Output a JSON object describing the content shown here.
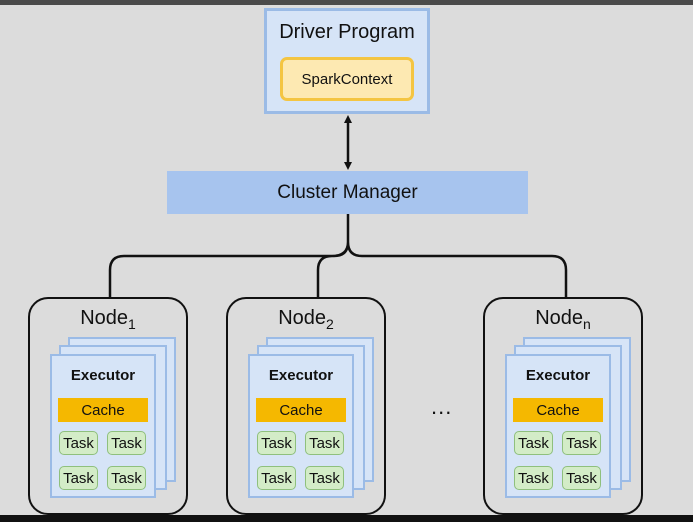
{
  "driver": {
    "title": "Driver Program",
    "spark_context": "SparkContext"
  },
  "cluster_manager": {
    "label": "Cluster Manager"
  },
  "nodes": [
    {
      "name": "Node",
      "subscript": "1",
      "executor": "Executor",
      "cache": "Cache",
      "tasks": [
        "Task",
        "Task",
        "Task",
        "Task"
      ]
    },
    {
      "name": "Node",
      "subscript": "2",
      "executor": "Executor",
      "cache": "Cache",
      "tasks": [
        "Task",
        "Task",
        "Task",
        "Task"
      ]
    },
    {
      "name": "Node",
      "subscript": "n",
      "executor": "Executor",
      "cache": "Cache",
      "tasks": [
        "Task",
        "Task",
        "Task",
        "Task"
      ]
    }
  ],
  "ellipsis": "...",
  "colors": {
    "background": "#dcdcdc",
    "driver_fill": "#d6e4f7",
    "driver_border": "#9bbbe6",
    "spark_context_fill": "#fde9b2",
    "spark_context_border": "#f4c542",
    "cluster_manager_fill": "#a7c4ee",
    "cache_fill": "#f5b800",
    "task_fill": "#d3ecc7",
    "task_border": "#8fc07d"
  }
}
